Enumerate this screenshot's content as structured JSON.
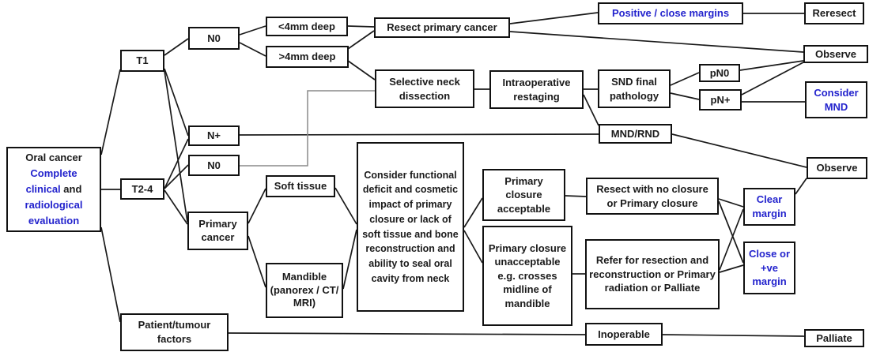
{
  "diagram": {
    "description": "Oral cancer management flowchart",
    "colors": {
      "accent_blue": "#2323cd",
      "line_black": "#1a1a1a",
      "connector_gray": "#8a8a8a"
    },
    "nodes": {
      "eval": {
        "l1": "Oral cancer",
        "l2": "Complete",
        "l3a": "clinical",
        "l3b": " and",
        "l4": "radiological",
        "l5": "evaluation"
      },
      "t1": {
        "label": "T1"
      },
      "n0_top": {
        "label": "N0"
      },
      "lt4mm": {
        "label": "<4mm deep"
      },
      "gt4mm": {
        "label": ">4mm deep"
      },
      "resect_primary": {
        "label": "Resect primary cancer"
      },
      "pos_margins": {
        "label": "Positive / close margins"
      },
      "reresect": {
        "label": "Reresect"
      },
      "observe1": {
        "label": "Observe"
      },
      "snd": {
        "label": "Selective neck dissection"
      },
      "intraop": {
        "label": "Intraoperative restaging"
      },
      "snd_path": {
        "label": "SND final pathology"
      },
      "pn0": {
        "label": "pN0"
      },
      "pn_plus": {
        "label": "pN+"
      },
      "consider_mnd": {
        "label": "Consider MND"
      },
      "n_plus": {
        "label": "N+"
      },
      "n0_second": {
        "label": "N0"
      },
      "mnd_rnd": {
        "label": "MND/RND"
      },
      "t24": {
        "label": "T2-4"
      },
      "soft_tissue": {
        "label": "Soft tissue"
      },
      "primary_cancer": {
        "label": "Primary cancer"
      },
      "mandible": {
        "label": "Mandible (panorex / CT/ MRI)"
      },
      "big_consider": {
        "label": "Consider functional deficit and cosmetic impact of primary closure or lack of soft tissue and bone reconstruction and ability to seal oral cavity from neck"
      },
      "closure_ok": {
        "label": "Primary closure acceptable"
      },
      "closure_not": {
        "label": "Primary closure unacceptable e.g. crosses midline of mandible"
      },
      "resect_no_closure": {
        "label": "Resect with no closure or Primary closure"
      },
      "refer_resection": {
        "label": "Refer for resection and reconstruction or Primary radiation or Palliate"
      },
      "clear_margin": {
        "label": "Clear margin"
      },
      "close_margin": {
        "label": "Close or +ve margin"
      },
      "observe2": {
        "label": "Observe"
      },
      "patient_factors": {
        "label": "Patient/tumour factors"
      },
      "inoperable": {
        "label": "Inoperable"
      },
      "palliate": {
        "label": "Palliate"
      }
    }
  }
}
